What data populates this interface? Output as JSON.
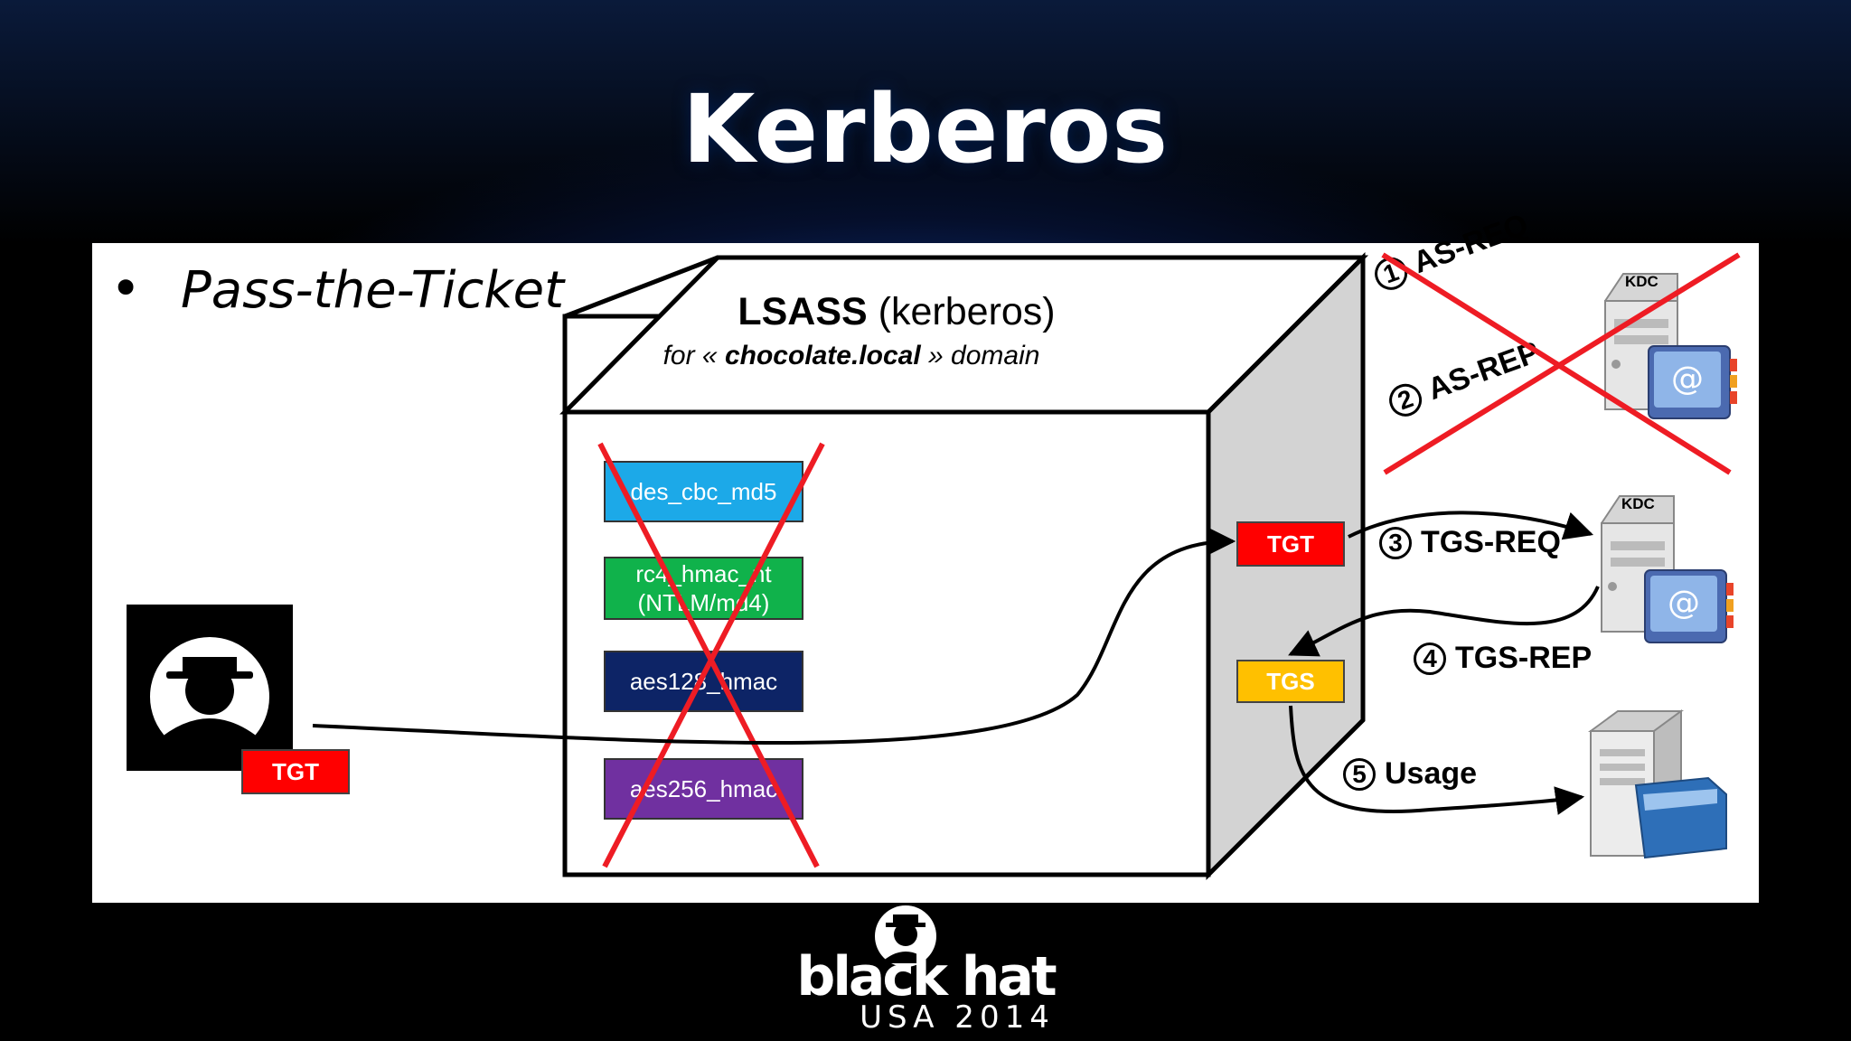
{
  "slide": {
    "title": "Kerberos",
    "bullet": "Pass-the-Ticket"
  },
  "lsass": {
    "title_bold": "LSASS",
    "title_rest": " (kerberos)",
    "sub_prefix": "for « ",
    "sub_domain": "chocolate.local",
    "sub_suffix": " » domain"
  },
  "ciphers": [
    {
      "line1": "des_cbc_md5",
      "line2": "",
      "color": "#1ca9e8"
    },
    {
      "line1": "rc4_hmac_nt",
      "line2": "(NTLM/md4)",
      "color": "#10b24b"
    },
    {
      "line1": "aes128_hmac",
      "line2": "",
      "color": "#0d2466"
    },
    {
      "line1": "aes256_hmac",
      "line2": "",
      "color": "#7030a0"
    }
  ],
  "tickets": {
    "attacker_tgt": "TGT",
    "lsass_tgt": "TGT",
    "lsass_tgs": "TGS"
  },
  "steps": [
    {
      "num": "1",
      "label": "AS-REQ"
    },
    {
      "num": "2",
      "label": "AS-REP"
    },
    {
      "num": "3",
      "label": "TGS-REQ"
    },
    {
      "num": "4",
      "label": "TGS-REP"
    },
    {
      "num": "5",
      "label": "Usage"
    }
  ],
  "servers": {
    "kdc1_label": "KDC",
    "kdc2_label": "KDC"
  },
  "colors": {
    "tgt": "#ff0000",
    "tgs": "#ffc000",
    "cross": "#ee1c24"
  },
  "logo": {
    "wordmark": "black hat",
    "event": "USA 2014"
  }
}
